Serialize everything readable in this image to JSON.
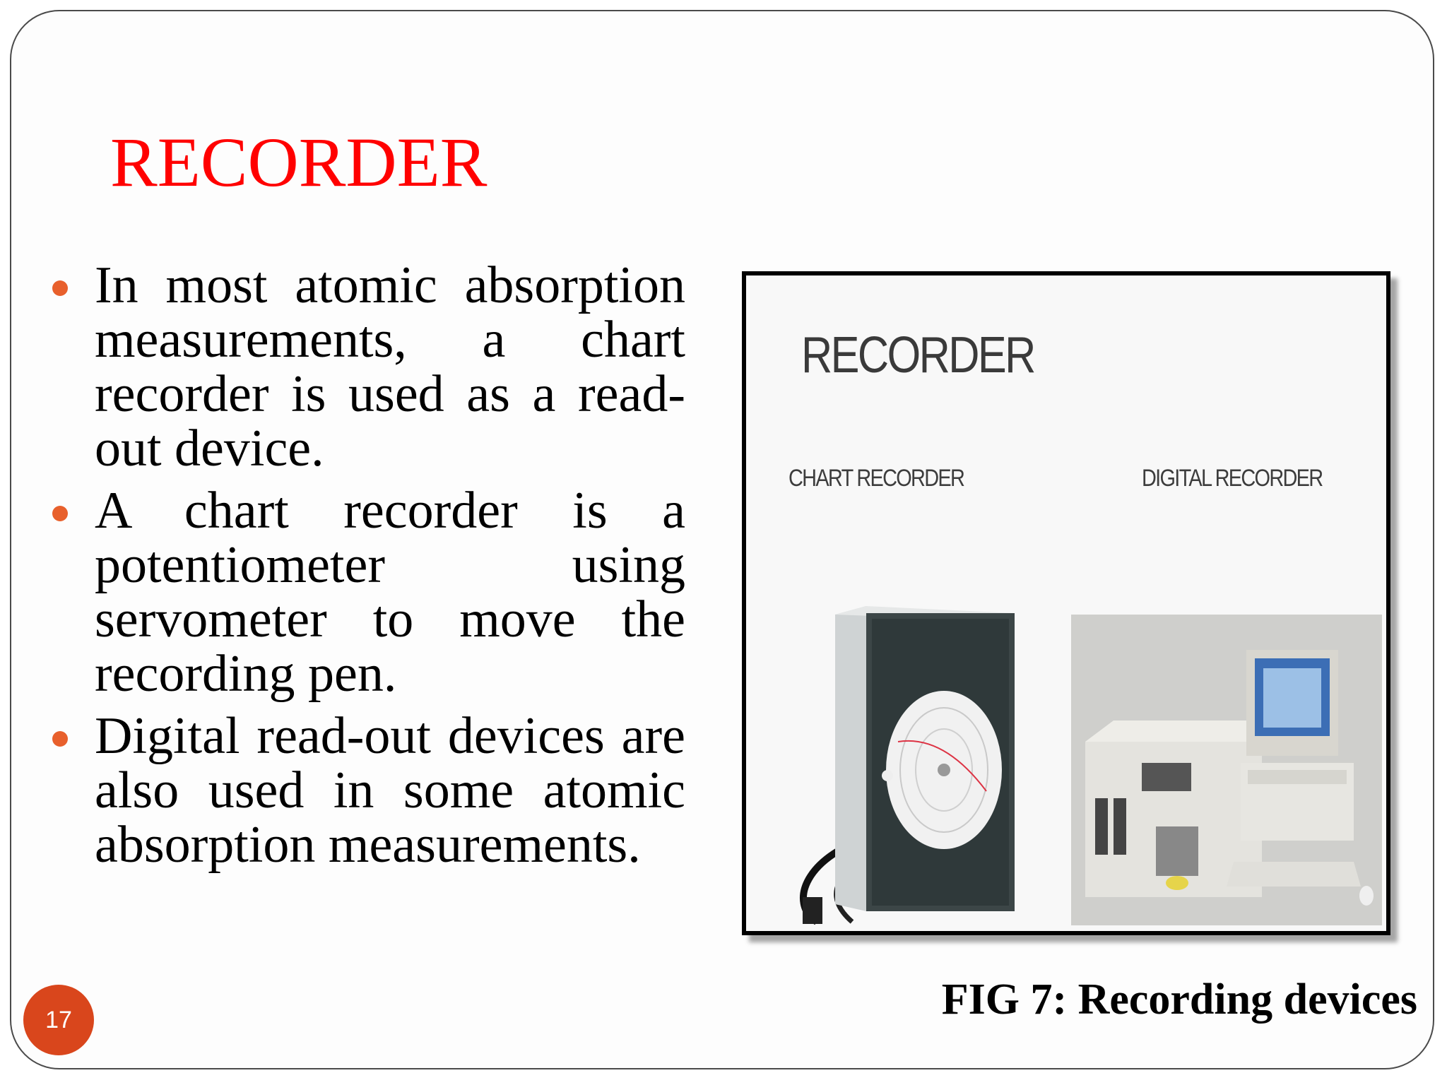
{
  "slide": {
    "title": "RECORDER",
    "bullets": [
      "In most atomic absorption measurements, a chart recorder is used as a read-out device.",
      "A chart recorder is a potentiometer using servometer to move the recording pen.",
      "Digital read-out devices are also used in some atomic absorption measurements."
    ],
    "figure": {
      "heading": "RECORDER",
      "left_label": "CHART RECORDER",
      "right_label": "DIGITAL RECORDER"
    },
    "caption": "FIG 7: Recording devices",
    "page_number": "17"
  },
  "colors": {
    "title": "#ff0000",
    "bullet": "#e8602c",
    "page_badge": "#d9461c"
  }
}
